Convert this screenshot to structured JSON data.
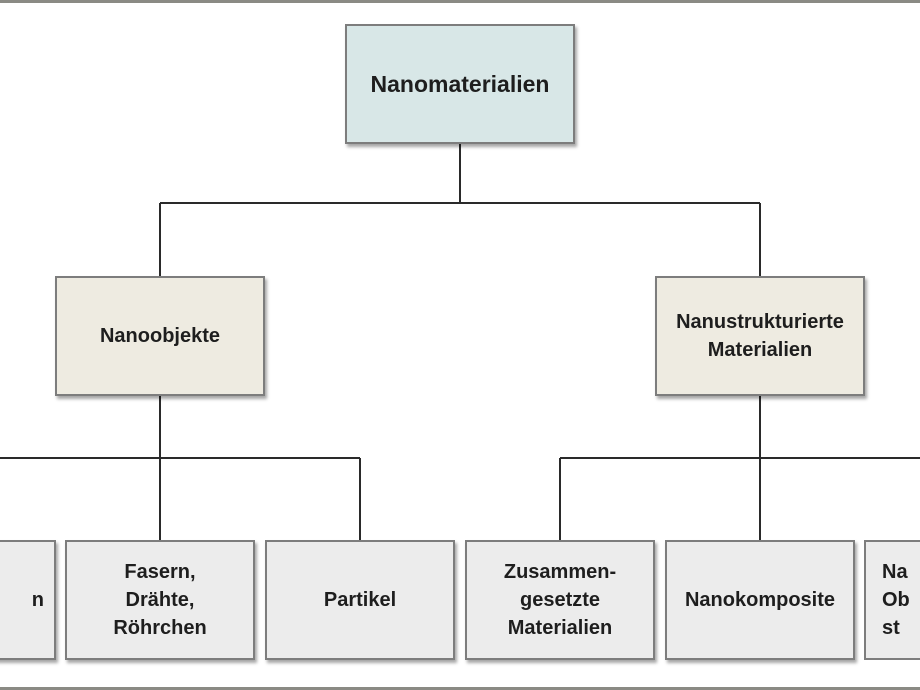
{
  "diagram": {
    "root": {
      "label": "Nanomaterialien"
    },
    "branches": [
      {
        "label": "Nanoobjekte"
      },
      {
        "label": "Nanustrukturierte\nMaterialien"
      }
    ],
    "leaves": [
      {
        "label": "n"
      },
      {
        "label": "Fasern,\nDrähte,\nRöhrchen"
      },
      {
        "label": "Partikel"
      },
      {
        "label": "Zusammen-\ngesetzte\nMaterialien"
      },
      {
        "label": "Nanokomposite"
      },
      {
        "label": "Na\nOb\nst"
      }
    ]
  },
  "colors": {
    "root_fill": "#d8e7e7",
    "branch_fill": "#eeebe1",
    "leaf_fill": "#ececec",
    "line": "#2a2a2a"
  }
}
